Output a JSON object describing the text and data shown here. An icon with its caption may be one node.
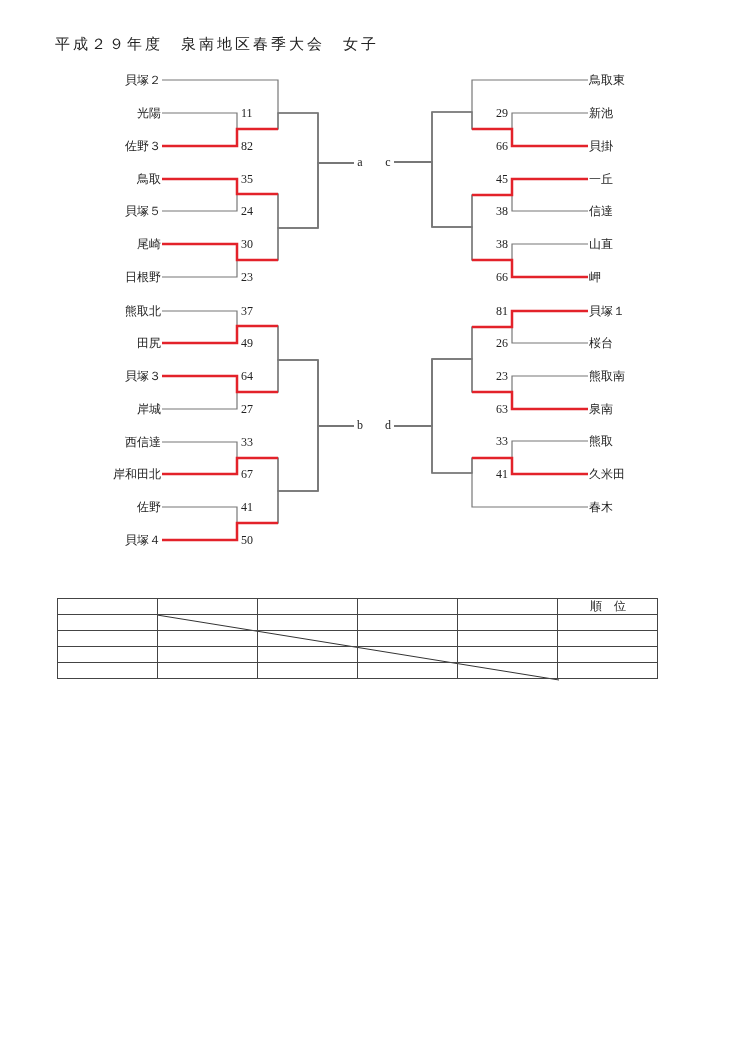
{
  "diagram": {
    "title": "平成２９年度　泉南地区春季大会　女子",
    "nodes": [
      {
        "text": [
          "貝塚２"
        ]
      },
      {
        "text": [
          "光陽"
        ]
      },
      {
        "text": [
          "佐野３"
        ]
      },
      {
        "text": [
          "鳥取"
        ]
      },
      {
        "text": [
          "貝塚５"
        ]
      },
      {
        "text": [
          "尾崎"
        ]
      },
      {
        "text": [
          "日根野"
        ]
      },
      {
        "text": [
          "熊取北"
        ]
      },
      {
        "text": [
          "田尻"
        ]
      },
      {
        "text": [
          "貝塚３"
        ]
      },
      {
        "text": [
          "岸城"
        ]
      },
      {
        "text": [
          "西信達"
        ]
      },
      {
        "text": [
          "岸和田北"
        ]
      },
      {
        "text": [
          "佐野"
        ]
      },
      {
        "text": [
          "貝塚４"
        ]
      },
      {
        "text": [
          "鳥取東"
        ]
      },
      {
        "text": [
          "新池"
        ]
      },
      {
        "text": [
          "貝掛"
        ]
      },
      {
        "text": [
          "一丘"
        ]
      },
      {
        "text": [
          "信達"
        ]
      },
      {
        "text": [
          "山直"
        ]
      },
      {
        "text": [
          "岬"
        ]
      },
      {
        "text": [
          "貝塚１"
        ]
      },
      {
        "text": [
          "桜台"
        ]
      },
      {
        "text": [
          "熊取南"
        ]
      },
      {
        "text": [
          "泉南"
        ]
      },
      {
        "text": [
          "熊取"
        ]
      },
      {
        "text": [
          "久米田"
        ]
      },
      {
        "text": [
          "春木"
        ]
      },
      {
        "text": [
          "a"
        ]
      },
      {
        "text": [
          "c"
        ]
      },
      {
        "text": [
          "b"
        ]
      },
      {
        "text": [
          "d"
        ]
      }
    ],
    "edges": [
      {
        "from": 0,
        "to": 29,
        "arrow": "none"
      },
      {
        "from": 1,
        "to": 29,
        "arrow": "none"
      },
      {
        "from": 2,
        "to": 29,
        "arrow": "none"
      },
      {
        "from": 3,
        "to": 29,
        "arrow": "none"
      },
      {
        "from": 4,
        "to": 29,
        "arrow": "none"
      },
      {
        "from": 5,
        "to": 29,
        "arrow": "none"
      },
      {
        "from": 6,
        "to": 29,
        "arrow": "none"
      },
      {
        "from": 7,
        "to": 31,
        "arrow": "none"
      },
      {
        "from": 8,
        "to": 31,
        "arrow": "none"
      },
      {
        "from": 9,
        "to": 31,
        "arrow": "none"
      },
      {
        "from": 10,
        "to": 31,
        "arrow": "none"
      },
      {
        "from": 11,
        "to": 31,
        "arrow": "none"
      },
      {
        "from": 12,
        "to": 31,
        "arrow": "none"
      },
      {
        "from": 13,
        "to": 31,
        "arrow": "none"
      },
      {
        "from": 14,
        "to": 31,
        "arrow": "none"
      },
      {
        "from": 15,
        "to": 30,
        "arrow": "none"
      },
      {
        "from": 16,
        "to": 30,
        "arrow": "none"
      },
      {
        "from": 17,
        "to": 30,
        "arrow": "none"
      },
      {
        "from": 18,
        "to": 30,
        "arrow": "none"
      },
      {
        "from": 19,
        "to": 30,
        "arrow": "none"
      },
      {
        "from": 20,
        "to": 30,
        "arrow": "none"
      },
      {
        "from": 21,
        "to": 30,
        "arrow": "none"
      },
      {
        "from": 22,
        "to": 32,
        "arrow": "none"
      },
      {
        "from": 23,
        "to": 32,
        "arrow": "none"
      },
      {
        "from": 24,
        "to": 32,
        "arrow": "none"
      },
      {
        "from": 25,
        "to": 32,
        "arrow": "none"
      },
      {
        "from": 26,
        "to": 32,
        "arrow": "none"
      },
      {
        "from": 27,
        "to": 32,
        "arrow": "none"
      },
      {
        "from": 28,
        "to": 32,
        "arrow": "none"
      }
    ],
    "labels": [
      "11",
      "29",
      "82",
      "66",
      "35",
      "45",
      "24",
      "38",
      "30",
      "38",
      "23",
      "66",
      "37",
      "81",
      "49",
      "26",
      "64",
      "23",
      "27",
      "63",
      "33",
      "33",
      "67",
      "41",
      "41",
      "50",
      "順　位"
    ]
  }
}
